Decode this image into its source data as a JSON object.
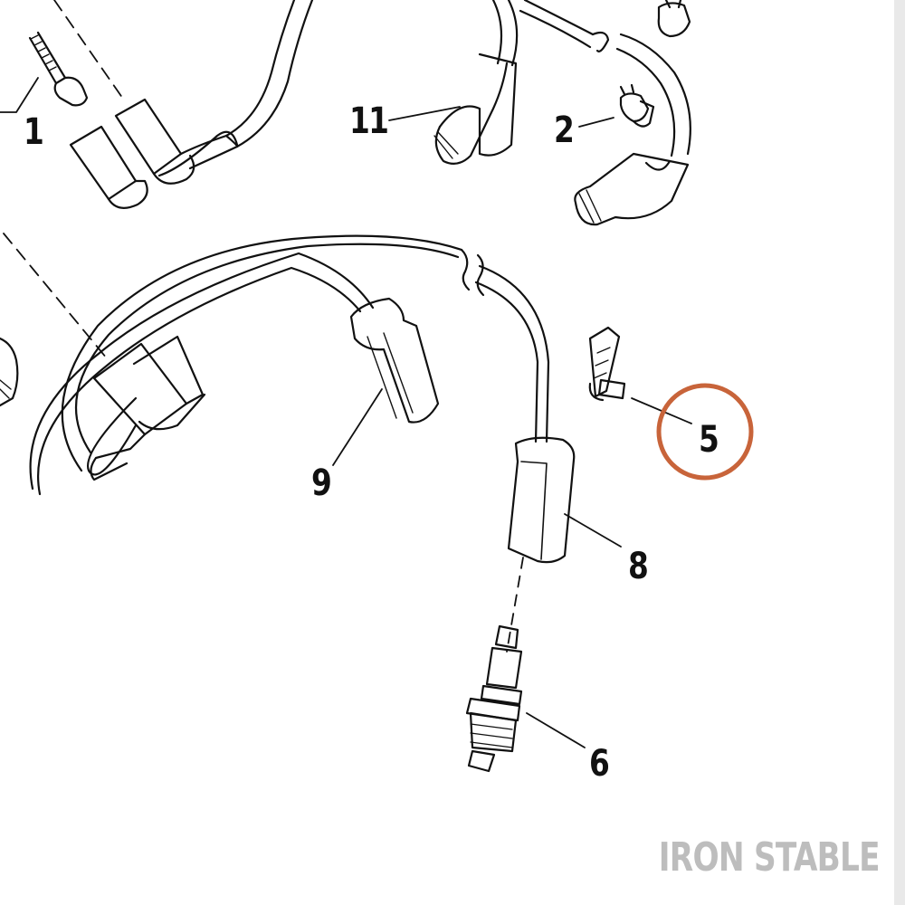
{
  "callouts": [
    {
      "id": "1",
      "label": "1"
    },
    {
      "id": "2",
      "label": "2"
    },
    {
      "id": "5",
      "label": "5"
    },
    {
      "id": "6",
      "label": "6"
    },
    {
      "id": "8",
      "label": "8"
    },
    {
      "id": "9",
      "label": "9"
    },
    {
      "id": "11",
      "label": "11"
    }
  ],
  "highlight": {
    "target": "5",
    "color": "#c8643a"
  },
  "watermark": "IRON STABLE",
  "colors": {
    "line": "#111111",
    "watermark": "#bdbdbd",
    "highlight": "#c8643a"
  }
}
